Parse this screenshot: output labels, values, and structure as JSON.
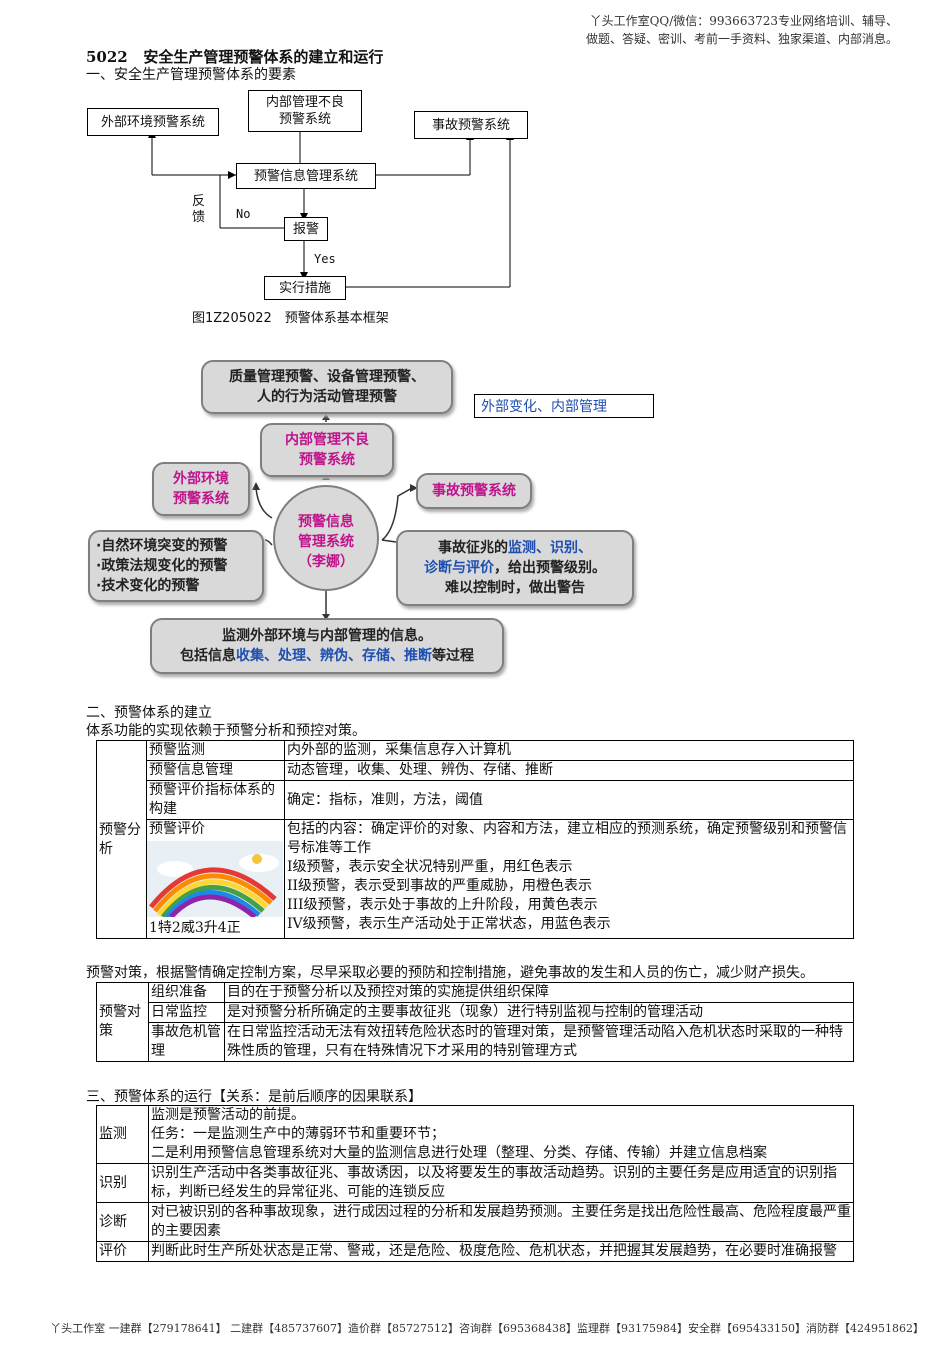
{
  "header": {
    "line1": "丫头工作室QQ/微信：993663723专业网络培训、辅导、",
    "line2": "做题、答疑、密训、考前一手资料、独家渠道、内部消息。"
  },
  "title": {
    "code": "5022",
    "text": "安全生产管理预警体系的建立和运行"
  },
  "section1": "一、安全生产管理预警体系的要素",
  "flow": {
    "external": "外部环境预警系统",
    "internal_l1": "内部管理不良",
    "internal_l2": "预警系统",
    "accident": "事故预警系统",
    "info": "预警信息管理系统",
    "alarm": "报警",
    "measure": "实行措施",
    "feedback_1": "反",
    "feedback_2": "馈",
    "no": "No",
    "yes": "Yes",
    "caption": "图1Z205022　预警体系基本框架"
  },
  "mind": {
    "top_l1": "质量管理预警、设备管理预警、",
    "top_l2": "人的行为活动管理预警",
    "note": "外部变化、内部管理",
    "internal_l1": "内部管理不良",
    "internal_l2": "预警系统",
    "external_l1": "外部环境",
    "external_l2": "预警系统",
    "accident": "事故预警系统",
    "center_l1": "预警信息",
    "center_l2": "管理系统",
    "center_l3": "（李娜）",
    "left_l1": "·自然环境突变的预警",
    "left_l2": "·政策法规变化的预警",
    "left_l3": "·技术变化的预警",
    "right_l1a": "事故征兆的",
    "right_l1b": "监测、识别、",
    "right_l2a": "诊断与评价",
    "right_l2b": "，给出预警级别。",
    "right_l3": "难以控制时，做出警告",
    "bottom_l1": "监测外部环境与内部管理的信息。",
    "bottom_l2a": "包括信息",
    "bottom_l2b": "收集、处理、辨伪、存储、推断",
    "bottom_l2c": "等过程"
  },
  "section2": "二、预警体系的建立",
  "section2_sub": "体系功能的实现依赖于预警分析和预控对策。",
  "table1": {
    "group": "预警分析",
    "rows": [
      {
        "k": "预警监测",
        "v": "内外部的监测，采集信息存入计算机"
      },
      {
        "k": "预警信息管理",
        "v": "动态管理，收集、处理、辨伪、存储、推断"
      },
      {
        "k": "预警评价指标体系的构建",
        "v": "确定：指标，准则，方法，阈值"
      },
      {
        "k": "预警评价",
        "k2": "1特2威3升4正",
        "v1": "包括的内容：确定评价的对象、内容和方法，建立相应的预测系统，确定预警级别和预警信号标准等工作",
        "v2": "I级预警，表示安全状况特别严重，用红色表示",
        "v3": "II级预警，表示受到事故的严重威胁，用橙色表示",
        "v4": "III级预警，表示处于事故的上升阶段，用黄色表示",
        "v5": "IV级预警，表示生产活动处于正常状态，用蓝色表示"
      }
    ]
  },
  "para_countermeasure": "预警对策，根据警情确定控制方案，尽早采取必要的预防和控制措施，避免事故的发生和人员的伤亡，减少财产损失。",
  "table2": {
    "group": "预警对策",
    "rows": [
      {
        "k": "组织准备",
        "v": "目的在于预警分析以及预控对策的实施提供组织保障"
      },
      {
        "k": "日常监控",
        "v": "是对预警分析所确定的主要事故征兆（现象）进行特别监视与控制的管理活动"
      },
      {
        "k": "事故危机管理",
        "v": "在日常监控活动无法有效扭转危险状态时的管理对策，是预警管理活动陷入危机状态时采取的一种特殊性质的管理，只有在特殊情况下才采用的特别管理方式"
      }
    ]
  },
  "section3": "三、预警体系的运行【关系：是前后顺序的因果联系】",
  "table3": {
    "rows": [
      {
        "k": "监测",
        "v1": "监测是预警活动的前提。",
        "v2": "任务：一是监测生产中的薄弱环节和重要环节；",
        "v3": "二是利用预警信息管理系统对大量的监测信息进行处理（整理、分类、存储、传输）并建立信息档案"
      },
      {
        "k": "识别",
        "v1": "识别生产活动中各类事故征兆、事故诱因，以及将要发生的事故活动趋势。识别的主要任务是应用适宜的识别指标，判断已经发生的异常征兆、可能的连锁反应"
      },
      {
        "k": "诊断",
        "v1": "对已被识别的各种事故现象，进行成因过程的分析和发展趋势预测。主要任务是找出危险性最高、危险程度最严重的主要因素"
      },
      {
        "k": "评价",
        "v1": "判断此时生产所处状态是正常、警戒，还是危险、极度危险、危机状态，并把握其发展趋势，在必要时准确报警"
      }
    ]
  },
  "footer": "丫头工作室 一建群【279178641】 二建群【485737607】造价群【85727512】咨询群【695368438】监理群【93175984】安全群【695433150】消防群【424951862】"
}
